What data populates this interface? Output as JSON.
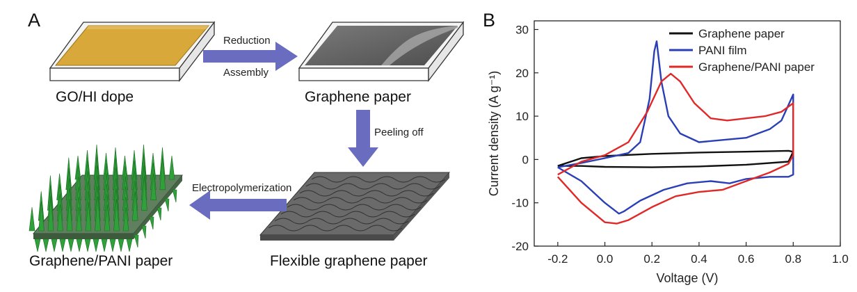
{
  "panel_a": {
    "label": "A",
    "captions": {
      "go_hi": "GO/HI dope",
      "graphene_paper": "Graphene paper",
      "flexible": "Flexible graphene paper",
      "composite": "Graphene/PANI paper"
    },
    "arrows": {
      "reduction": "Reduction",
      "assembly": "Assembly",
      "peeling": "Peeling off",
      "electropolymerization": "Electropolymerization"
    },
    "colors": {
      "arrow": "#6a6cc0",
      "dope": "#d9a83a",
      "graphene": "#6e6e6e",
      "pani": "#2fa03a"
    }
  },
  "panel_b": {
    "label": "B",
    "chart_data": {
      "type": "line",
      "title": "",
      "xlabel": "Voltage (V)",
      "ylabel": "Current density (A g⁻¹)",
      "xlim": [
        -0.3,
        1.0
      ],
      "ylim": [
        -20,
        32
      ],
      "xticks": [
        -0.2,
        0.0,
        0.2,
        0.4,
        0.6,
        0.8,
        1.0
      ],
      "xtick_labels": [
        "-0.2",
        "0.0",
        "0.2",
        "0.4",
        "0.6",
        "0.8",
        "1.0"
      ],
      "yticks": [
        -20,
        -10,
        0,
        10,
        20,
        30
      ],
      "ytick_labels": [
        "-20",
        "-10",
        "0",
        "10",
        "20",
        "30"
      ],
      "legend_position": "top-right",
      "series": [
        {
          "name": "Graphene paper",
          "color": "#111111",
          "x": [
            -0.2,
            -0.1,
            0.0,
            0.2,
            0.4,
            0.6,
            0.78,
            0.8,
            0.78,
            0.6,
            0.4,
            0.2,
            0.0,
            -0.1,
            -0.2
          ],
          "y": [
            -1.5,
            0.3,
            0.8,
            1.3,
            1.6,
            1.8,
            2.0,
            1.8,
            -0.5,
            -1.2,
            -1.6,
            -1.8,
            -1.7,
            -1.5,
            -1.5
          ]
        },
        {
          "name": "PANI film",
          "color": "#2a3fb5",
          "x": [
            -0.2,
            -0.1,
            0.0,
            0.1,
            0.15,
            0.19,
            0.21,
            0.22,
            0.24,
            0.27,
            0.32,
            0.4,
            0.5,
            0.6,
            0.7,
            0.75,
            0.8,
            0.8,
            0.78,
            0.7,
            0.6,
            0.53,
            0.45,
            0.35,
            0.25,
            0.15,
            0.08,
            0.06,
            0.0,
            -0.1,
            -0.2
          ],
          "y": [
            -1.8,
            -0.8,
            0.3,
            1.5,
            4.0,
            14.0,
            25.0,
            27.3,
            18.0,
            10.0,
            6.0,
            4.0,
            4.5,
            5.0,
            7.0,
            9.0,
            15.0,
            -3.5,
            -4.0,
            -4.0,
            -4.5,
            -5.5,
            -5.0,
            -5.5,
            -7.0,
            -9.5,
            -12.0,
            -12.5,
            -10.0,
            -5.0,
            -1.8
          ]
        },
        {
          "name": "Graphene/PANI paper",
          "color": "#e02828",
          "x": [
            -0.2,
            -0.1,
            0.0,
            0.1,
            0.18,
            0.24,
            0.28,
            0.32,
            0.38,
            0.45,
            0.52,
            0.6,
            0.68,
            0.75,
            0.8,
            0.8,
            0.78,
            0.7,
            0.6,
            0.5,
            0.4,
            0.3,
            0.2,
            0.1,
            0.05,
            0.0,
            -0.1,
            -0.2
          ],
          "y": [
            -3.5,
            -0.5,
            1.0,
            4.0,
            11.0,
            18.0,
            19.8,
            18.0,
            13.0,
            9.5,
            9.0,
            9.5,
            10.0,
            11.0,
            13.0,
            1.0,
            -1.0,
            -3.0,
            -5.0,
            -7.0,
            -7.5,
            -8.5,
            -11.0,
            -14.0,
            -14.8,
            -14.5,
            -10.0,
            -4.0
          ]
        }
      ]
    }
  }
}
